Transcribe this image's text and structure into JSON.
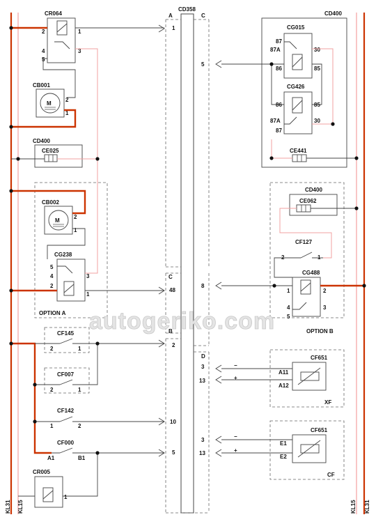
{
  "watermark": "autogeriko.com",
  "rails": {
    "kl31": "KL31",
    "kl15": "KL15"
  },
  "connector": {
    "name": "CD358",
    "sections": {
      "a": "A",
      "b": "B",
      "c": "C",
      "d": "D"
    },
    "pins": {
      "a1": "1",
      "c48": "48",
      "b2": "2",
      "p10": "10",
      "p5": "5",
      "c5": "5",
      "c8": "8",
      "d3a": "3",
      "d13a": "13",
      "d3b": "3",
      "d13b": "13"
    }
  },
  "components": {
    "cr064": "CR064",
    "cb001": "CB001",
    "cd400_left": "CD400",
    "ce025": "CE025",
    "cb002": "CB002",
    "cg238": "CG238",
    "option_a": "OPTION A",
    "cf145": "CF145",
    "cf007": "CF007",
    "cf142": "CF142",
    "cf000": "CF000",
    "cr005": "CR005",
    "cd400_right": "CD400",
    "cg015": "CG015",
    "cg426": "CG426",
    "ce441": "CE441",
    "cd400_b": "CD400",
    "ce062": "CE062",
    "cf127": "CF127",
    "cg488": "CG488",
    "option_b": "OPTION B",
    "cf651_xf": "CF651",
    "xf": "XF",
    "cf651_cf": "CF651",
    "cf": "CF",
    "motor_symbol": "M"
  },
  "pins": {
    "cr064": {
      "p2": "2",
      "p1": "1",
      "p4": "4",
      "p3": "3",
      "p5": "5"
    },
    "cb001": {
      "p2": "2",
      "p1": "1"
    },
    "cb002": {
      "p2": "2",
      "p1": "1"
    },
    "cg238": {
      "p5": "5",
      "p4": "4",
      "p3": "3",
      "p2": "2",
      "p1": "1"
    },
    "cf145": {
      "p2": "2",
      "p1": "1"
    },
    "cf007": {
      "p2": "2",
      "p1": "1"
    },
    "cf142": {
      "p1": "1",
      "p2": "2"
    },
    "cf000": {
      "a1": "A1",
      "b1": "B1"
    },
    "cr005": {
      "p1": "1"
    },
    "cg015": {
      "p87": "87",
      "p87a": "87A",
      "p30": "30",
      "p86": "86",
      "p85": "85"
    },
    "cg426": {
      "p86": "86",
      "p85": "85",
      "p87a": "87A",
      "p87": "87",
      "p30": "30"
    },
    "cf127": {
      "p2": "2",
      "p1": "1"
    },
    "cg488": {
      "p1": "1",
      "p2": "2",
      "p4": "4",
      "p3": "3",
      "p5": "5"
    },
    "cf651_xf": {
      "a11": "A11",
      "a12": "A12",
      "minus": "−",
      "plus": "+"
    },
    "cf651_cf": {
      "e1": "E1",
      "e2": "E2",
      "minus": "−",
      "plus": "+"
    }
  }
}
